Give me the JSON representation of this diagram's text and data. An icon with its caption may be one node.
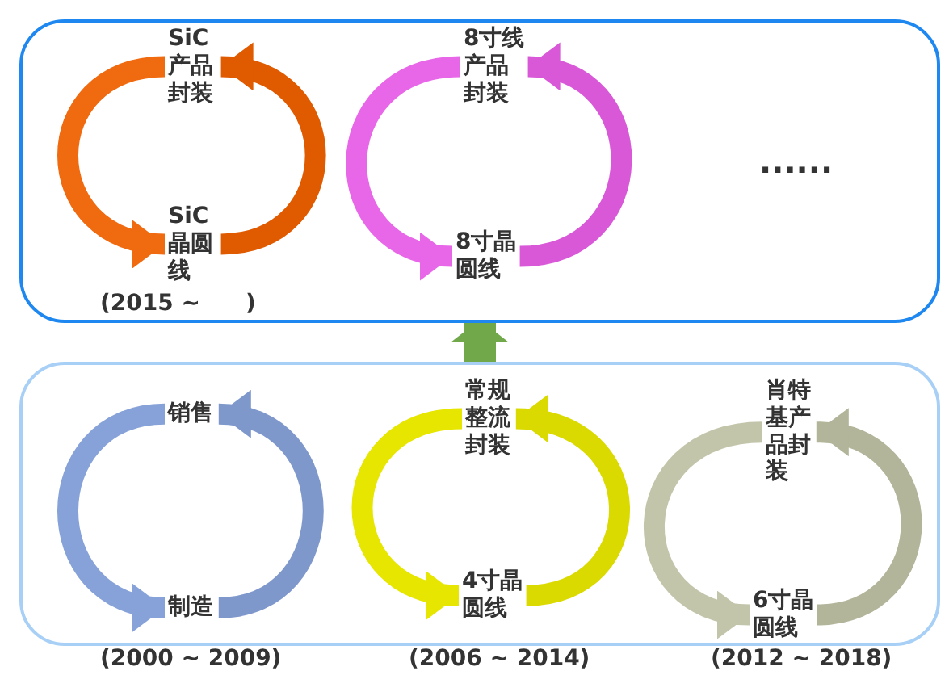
{
  "diagram": {
    "nodes": [
      {
        "text": [],
        "shape": "box"
      },
      {
        "text": [],
        "shape": "box"
      },
      {
        "text": [
          "SiC产品封装"
        ],
        "in": 0
      },
      {
        "text": [
          "SiC晶圆线"
        ],
        "in": 0
      },
      {
        "text": [
          "8寸线产品封装"
        ],
        "in": 0
      },
      {
        "text": [
          "8寸晶圆线"
        ],
        "in": 0
      },
      {
        "text": [
          "销售"
        ],
        "in": 1
      },
      {
        "text": [
          "制造"
        ],
        "in": 1
      },
      {
        "text": [
          "常规整流封装"
        ],
        "in": 1
      },
      {
        "text": [
          "4寸晶圆线"
        ],
        "in": 1
      },
      {
        "text": [
          "肖特基产品封装"
        ],
        "in": 1
      },
      {
        "text": [
          "6寸晶圆线"
        ],
        "in": 1
      }
    ],
    "edges": [
      {
        "from": 2,
        "to": 3,
        "arrow": "to",
        "color": "#f06a10"
      },
      {
        "from": 3,
        "to": 2,
        "arrow": "to",
        "color": "#e05a00"
      },
      {
        "from": 4,
        "to": 5,
        "arrow": "to",
        "color": "#e866e8"
      },
      {
        "from": 5,
        "to": 4,
        "arrow": "to",
        "color": "#d858d8"
      },
      {
        "from": 6,
        "to": 7,
        "arrow": "to",
        "color": "#86a2d8"
      },
      {
        "from": 7,
        "to": 6,
        "arrow": "to",
        "color": "#7f98cc"
      },
      {
        "from": 8,
        "to": 9,
        "arrow": "to",
        "color": "#e6e600"
      },
      {
        "from": 9,
        "to": 8,
        "arrow": "to",
        "color": "#dada00"
      },
      {
        "from": 10,
        "to": 11,
        "arrow": "to",
        "color": "#c2c5aa"
      },
      {
        "from": 11,
        "to": 10,
        "arrow": "to",
        "color": "#b2b59a"
      },
      {
        "from": 1,
        "to": 0,
        "arrow": "to",
        "color": "#70a84a"
      }
    ],
    "labels": [
      "(2015 ~　　)",
      "......",
      "(2000 ~ 2009)",
      "(2006 ~ 2014)",
      "(2012 ~ 2018)"
    ]
  }
}
